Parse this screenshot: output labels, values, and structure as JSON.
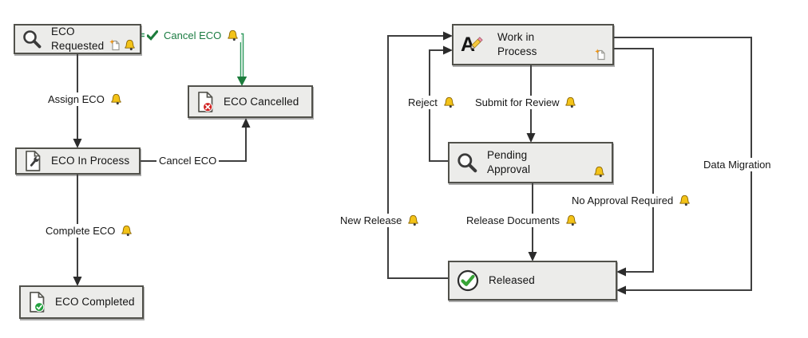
{
  "eco_workflow": {
    "states": {
      "requested": {
        "label": "ECO Requested",
        "icon": "magnifier-icon",
        "badges": [
          "new-document-icon",
          "bell-icon"
        ]
      },
      "cancelled": {
        "label": "ECO Cancelled",
        "icon": "document-cancel-icon",
        "badges": []
      },
      "in_process": {
        "label": "ECO In Process",
        "icon": "document-wrench-icon",
        "badges": []
      },
      "completed": {
        "label": "ECO Completed",
        "icon": "document-check-icon",
        "badges": []
      }
    },
    "transitions": {
      "cancel_top": {
        "label": "Cancel ECO",
        "has_bell": true,
        "has_check": true,
        "color": "green"
      },
      "assign": {
        "label": "Assign ECO",
        "has_bell": true,
        "color": "black"
      },
      "cancel_side": {
        "label": "Cancel ECO",
        "has_bell": false,
        "color": "black"
      },
      "complete": {
        "label": "Complete ECO",
        "has_bell": true,
        "color": "black"
      }
    }
  },
  "release_workflow": {
    "states": {
      "wip": {
        "label": "Work in Process",
        "icon": "edit-a-pencil-icon",
        "badges": [
          "new-document-icon"
        ]
      },
      "pending": {
        "label": "Pending Approval",
        "icon": "magnifier-icon",
        "badges": [
          "bell-icon"
        ]
      },
      "released": {
        "label": "Released",
        "icon": "circle-check-icon",
        "badges": []
      }
    },
    "transitions": {
      "reject": {
        "label": "Reject",
        "has_bell": true
      },
      "submit": {
        "label": "Submit for Review",
        "has_bell": true
      },
      "no_approval": {
        "label": "No Approval Required",
        "has_bell": true
      },
      "data_migration": {
        "label": "Data Migration",
        "has_bell": false
      },
      "new_release": {
        "label": "New Release",
        "has_bell": true
      },
      "release_documents": {
        "label": "Release Documents",
        "has_bell": true
      }
    }
  },
  "colors": {
    "line": "#3f3f3f",
    "arrow": "#2b2b2b",
    "cancel_path_green": "#2f9a5d",
    "cancel_text_green": "#1b7c42",
    "state_fill": "#ececea",
    "state_border": "#51514b",
    "bell_gold": "#f3c318",
    "badge_red": "#d01f1f",
    "badge_green": "#23a23f"
  }
}
